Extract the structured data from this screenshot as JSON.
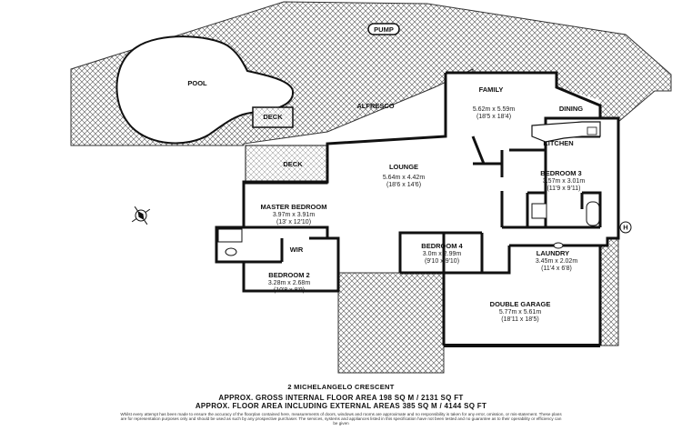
{
  "rooms": {
    "pool": {
      "name": "POOL"
    },
    "pump": {
      "name": "PUMP"
    },
    "deck_pool": {
      "name": "DECK"
    },
    "alfresco": {
      "name": "ALFRESCO"
    },
    "family": {
      "name": "FAMILY",
      "metric": "5.62m x 5.59m",
      "imperial": "(18'5 x 18'4)"
    },
    "dining": {
      "name": "DINING"
    },
    "kitchen": {
      "name": "KITCHEN"
    },
    "bedroom3": {
      "name": "BEDROOM 3",
      "metric": "3.57m x 3.01m",
      "imperial": "(11'9 x 9'11)"
    },
    "deck": {
      "name": "DECK"
    },
    "lounge": {
      "name": "LOUNGE",
      "metric": "5.64m x 4.42m",
      "imperial": "(18'6 x 14'6)"
    },
    "master": {
      "name": "MASTER BEDROOM",
      "metric": "3.97m x 3.91m",
      "imperial": "(13' x 12'10)"
    },
    "wir": {
      "name": "WIR"
    },
    "bedroom4": {
      "name": "BEDROOM 4",
      "metric": "3.0m x 2.99m",
      "imperial": "(9'10 x 9'10)"
    },
    "laundry": {
      "name": "LAUNDRY",
      "metric": "3.45m x 2.02m",
      "imperial": "(11'4 x 6'8)"
    },
    "bedroom2": {
      "name": "BEDROOM 2",
      "metric": "3.28m x 2.68m",
      "imperial": "(10'8 x 8'9)"
    },
    "garage": {
      "name": "DOUBLE GARAGE",
      "metric": "5.77m x 5.61m",
      "imperial": "(18'11 x 18'5)"
    }
  },
  "markers": {
    "hot_water": "H"
  },
  "footer": {
    "address": "2 MICHELANGELO CRESCENT",
    "area_internal": "APPROX. GROSS INTERNAL FLOOR AREA 198 SQ M / 2131 SQ FT",
    "area_total": "APPROX. FLOOR AREA INCLUDING EXTERNAL AREAS 385 SQ M / 4144 SQ FT",
    "disclaimer": "Whilst every attempt has been made to ensure the accuracy of the floorplan contained here, measurements of doors, windows and rooms are approximate and no responsibility is taken for any error, omission, or mis-statement. These plans are for representation purposes only and should be used as such by any prospective purchaser. The services, systems and appliances listed in this specification have not been tested and no guarantee as to their operability or efficiency can be given"
  },
  "colors": {
    "wall": "#111111",
    "hatch": "#555555",
    "paper": "#ffffff"
  }
}
